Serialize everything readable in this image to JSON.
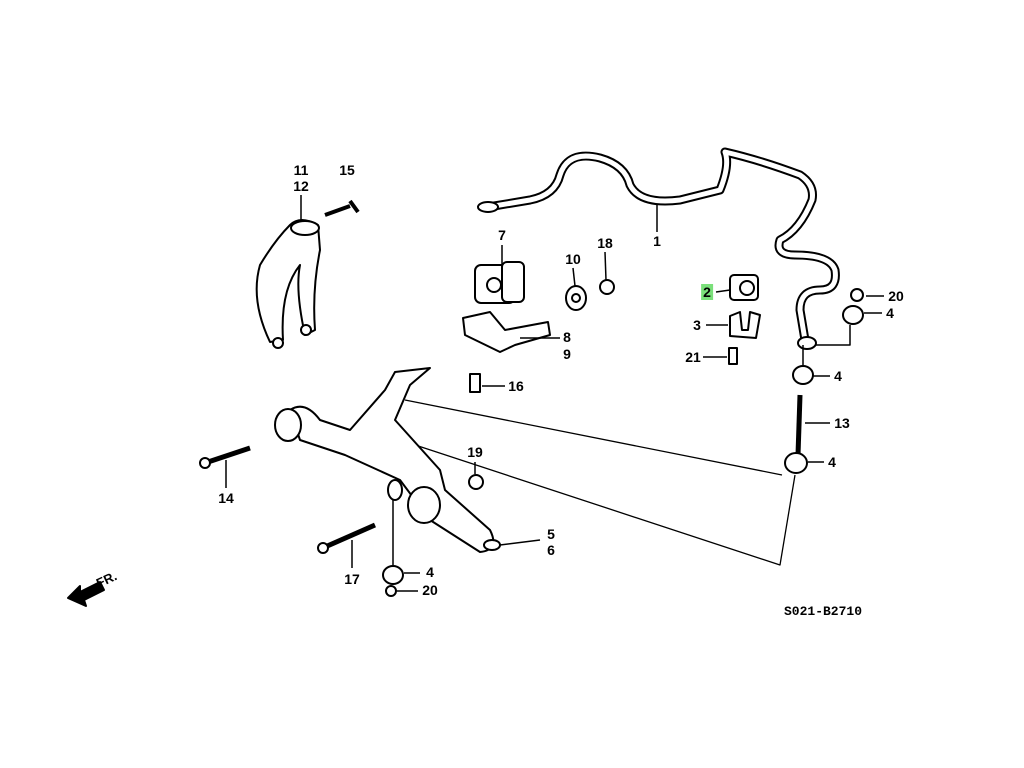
{
  "diagram": {
    "highlight_color": "#7be07b",
    "part_labels": {
      "l11": "11",
      "l12": "12",
      "l15": "15",
      "l1": "1",
      "l7": "7",
      "l10": "10",
      "l18": "18",
      "l2": "2",
      "l3": "3",
      "l21": "21",
      "l20a": "20",
      "l4a": "4",
      "l8": "8",
      "l9": "9",
      "l16": "16",
      "l4b": "4",
      "l13": "13",
      "l4c": "4",
      "l14": "14",
      "l19": "19",
      "l5": "5",
      "l6": "6",
      "l17": "17",
      "l4d": "4",
      "l20b": "20"
    },
    "highlighted_part": "2",
    "front_indicator": "FR.",
    "diagram_code": "S021-B2710"
  }
}
